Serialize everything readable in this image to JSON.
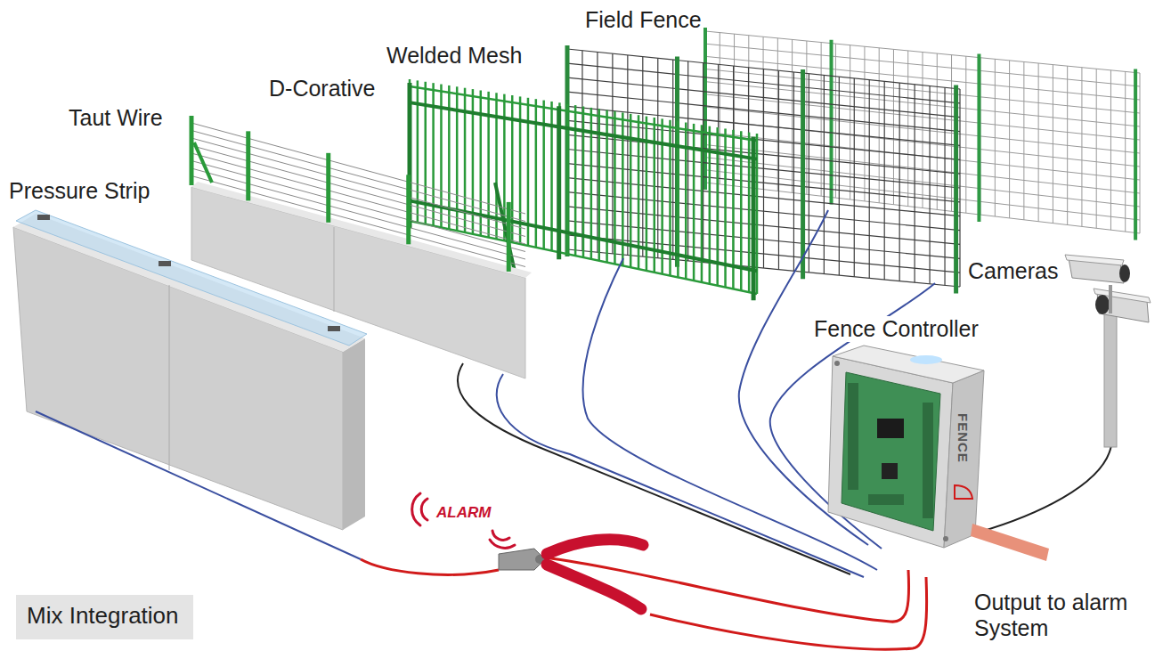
{
  "diagram": {
    "nodes": [
      {
        "text": [
          "Mix Integration"
        ]
      }
    ],
    "labels": [
      "Field Fence",
      "Welded Mesh",
      "D-Corative",
      "Taut Wire",
      "Pressure Strip",
      "Cameras",
      "Fence Controller",
      "ALARM",
      "FENCE",
      "Output to alarm System"
    ]
  }
}
